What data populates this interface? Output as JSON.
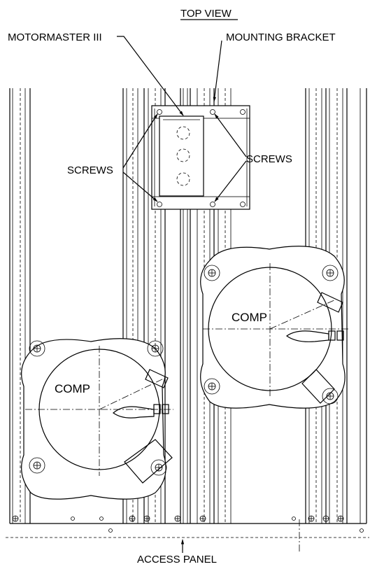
{
  "labels": {
    "top_view": "TOP VIEW",
    "motormaster": "MOTORMASTER III",
    "mounting_bracket": "MOUNTING   BRACKET",
    "screws_left": "SCREWS",
    "screws_right": "SCREWS",
    "comp_right": "COMP",
    "comp_left": "COMP",
    "access_panel": "ACCESS PANEL"
  }
}
